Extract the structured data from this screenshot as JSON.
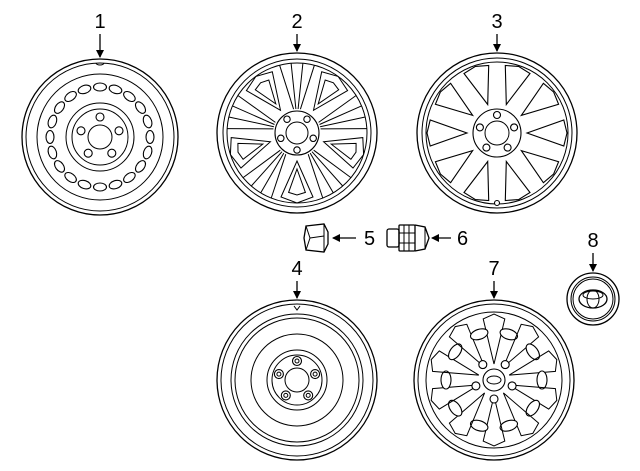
{
  "callouts": {
    "c1": "1",
    "c2": "2",
    "c3": "3",
    "c4": "4",
    "c5": "5",
    "c6": "6",
    "c7": "7",
    "c8": "8"
  },
  "parts": [
    {
      "ref": "1",
      "icon": "steel-wheel-icon"
    },
    {
      "ref": "2",
      "icon": "alloy-wheel-split-spoke-icon"
    },
    {
      "ref": "3",
      "icon": "alloy-wheel-ten-spoke-icon"
    },
    {
      "ref": "4",
      "icon": "spare-wheel-icon"
    },
    {
      "ref": "5",
      "icon": "lug-nut-icon"
    },
    {
      "ref": "6",
      "icon": "lock-lug-nut-icon"
    },
    {
      "ref": "7",
      "icon": "wheel-cover-icon"
    },
    {
      "ref": "8",
      "icon": "center-cap-icon"
    }
  ]
}
